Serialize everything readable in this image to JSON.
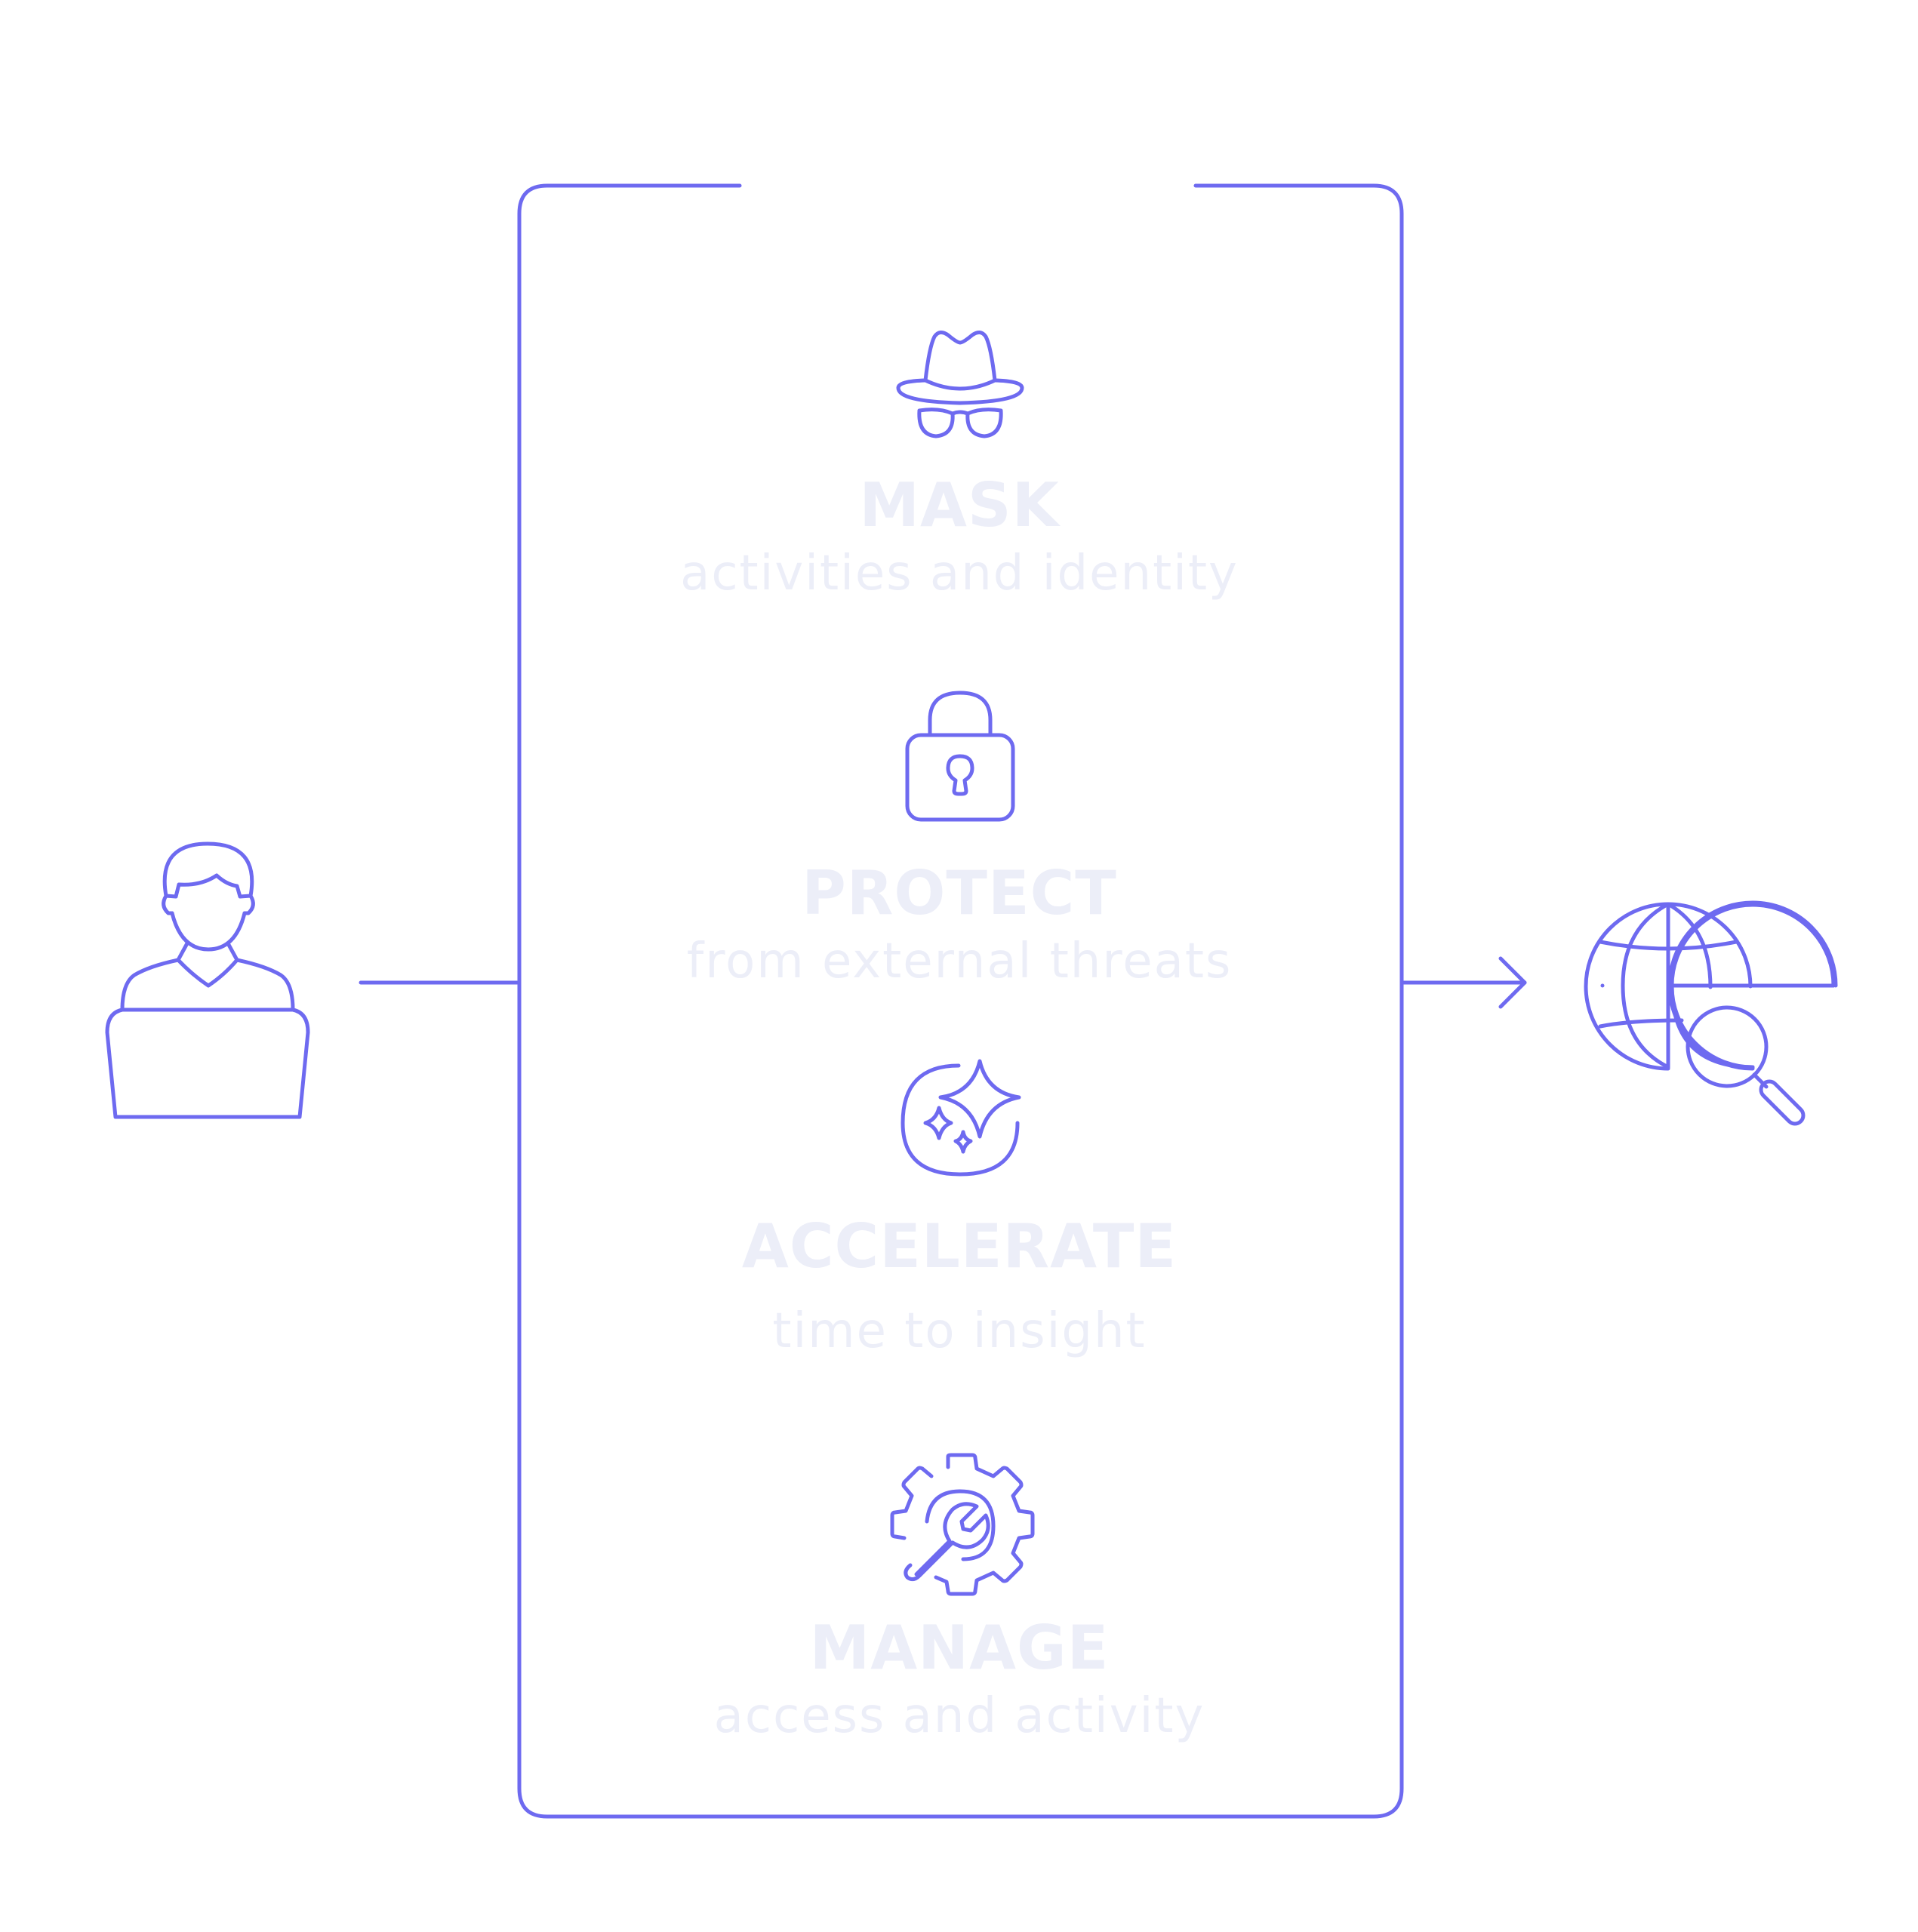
{
  "features": [
    {
      "title": "MASK",
      "subtitle": "activities and identity",
      "icon": "spy-hat-glasses-icon"
    },
    {
      "title": "PROTECT",
      "subtitle": "from external threats",
      "icon": "padlock-icon"
    },
    {
      "title": "ACCELERATE",
      "subtitle": "time to insight",
      "icon": "sparkle-icon"
    },
    {
      "title": "MANAGE",
      "subtitle": "access and activity",
      "icon": "gear-wrench-icon"
    }
  ],
  "source_icon": "user-laptop-icon",
  "destination_icon": "globe-search-icon",
  "colors": {
    "accent": "#6e6af0",
    "text": "#eceef8",
    "background": "#ffffff"
  }
}
